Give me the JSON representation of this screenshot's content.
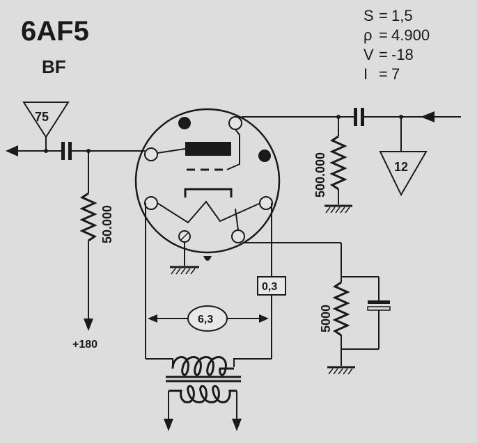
{
  "header": {
    "tube": "6AF5",
    "function": "BF"
  },
  "specs": [
    {
      "key": "S",
      "eq": "=",
      "value": "1,5"
    },
    {
      "key": "ρ",
      "eq": "=",
      "value": "4.900"
    },
    {
      "key": "V",
      "eq": "=",
      "value": "-18"
    },
    {
      "key": "I",
      "eq": "=",
      "value": "7"
    }
  ],
  "labels": {
    "input_triangle": "75",
    "output_triangle": "12",
    "anode_resistor": "50.000",
    "grid_resistor": "500.000",
    "cathode_resistor": "5000",
    "supply": "+180",
    "filament_current": "0,3",
    "filament_voltage": "6,3"
  }
}
